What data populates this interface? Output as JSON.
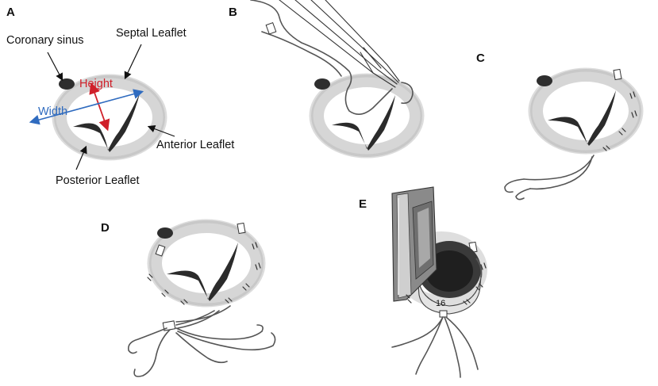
{
  "panels": {
    "a": "A",
    "b": "B",
    "c": "C",
    "d": "D",
    "e": "E"
  },
  "labels": {
    "coronary_sinus": "Coronary sinus",
    "septal_leaflet": "Septal Leaflet",
    "height": "Height",
    "width": "Width",
    "anterior_leaflet": "Anterior Leaflet",
    "posterior_leaflet": "Posterior Leaflet",
    "ring_size": "16"
  },
  "colors": {
    "height_arrow": "#d0202a",
    "width_arrow": "#2f6bbf",
    "leaflet": "#2b2b2b",
    "annulus": "#d6d6d6"
  }
}
